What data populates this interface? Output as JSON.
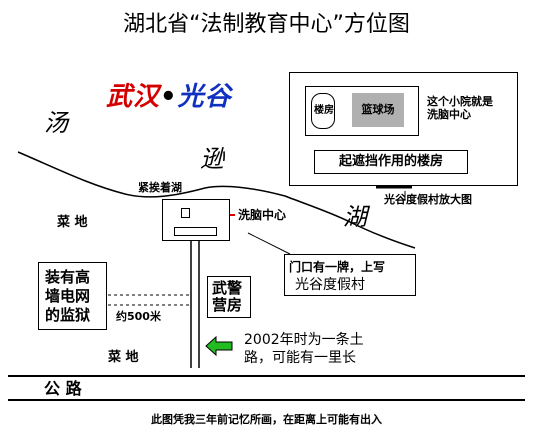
{
  "title": "湖北省“法制教育中心”方位图",
  "logo": {
    "part1": "武汉",
    "dot": "•",
    "part2": "光谷"
  },
  "lake": {
    "char1": "汤",
    "char2": "逊",
    "char3": "湖"
  },
  "labels": {
    "lakeside": "紧挨着湖",
    "farmland_top": "菜  地",
    "center": "洗脑中心",
    "prison": "装有高墙电网的监狱",
    "distance": "约500米",
    "armed_police": "武警营房",
    "farmland_bottom": "菜  地",
    "road": "公   路",
    "sign_line1": "门口有一牌，上写",
    "sign_line2": "光谷度假村",
    "road_note": "2002年时为一条土路，可能有一里长",
    "footer": "此图凭我三年前记忆所画，在距离上可能有出入"
  },
  "inset": {
    "building": "楼房",
    "court": "篮球场",
    "note": "这个小院就是洗脑中心",
    "shield": "起遮挡作用的楼房",
    "caption": "光谷度假村放大图"
  },
  "colors": {
    "red": "#d40000",
    "blue": "#1030c0",
    "green": "#22bb22",
    "gray": "#b0b0b0"
  }
}
